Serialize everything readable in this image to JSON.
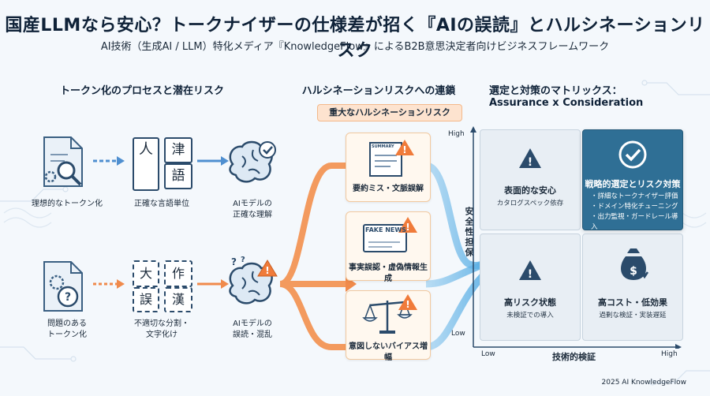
{
  "header": {
    "title": "国産LLMなら安心？トークナイザーの仕様差が招く『AIの誤読』とハルシネーションリスク",
    "subtitle": "AI技術（生成AI / LLM）特化メディア『KnowledgeFlow』によるB2B意思決定者向けビジネスフレームワーク"
  },
  "process": {
    "heading": "トークン化のプロセスと潜在リスク",
    "top_row": {
      "doc_label": "理想的なトークン化",
      "token_chars": [
        "人",
        "津",
        "語"
      ],
      "token_label": "正確な言語単位",
      "brain_label_1": "AIモデルの",
      "brain_label_2": "正確な理解"
    },
    "bottom_row": {
      "doc_label_1": "問題のある",
      "doc_label_2": "トークン化",
      "token_chars": [
        "大",
        "作",
        "誤",
        "漢"
      ],
      "token_label_1": "不適切な分割・",
      "token_label_2": "文字化け",
      "brain_label_1": "AIモデルの",
      "brain_label_2": "誤読・混乱"
    }
  },
  "hallucination": {
    "heading": "ハルシネーションリスクへの連鎖",
    "banner": "重大なハルシネーションリスク",
    "cards": [
      {
        "icon_text": "SUMMARY",
        "label": "要約ミス・文脈誤解"
      },
      {
        "icon_text": "FAKE NEWS",
        "label": "事実誤認・虚偽情報生成"
      },
      {
        "icon_text": "",
        "label": "意図しないバイアス増幅"
      }
    ]
  },
  "matrix": {
    "heading_1": "選定と対策のマトリックス：",
    "heading_2": "Assurance x Consideration",
    "y_axis": "安全性担保",
    "y_high": "High",
    "y_low": "Low",
    "x_axis": "技術的検証",
    "x_low": "Low",
    "x_high": "High",
    "cells": {
      "top_left": {
        "title": "表面的な安心",
        "sub": "カタログスペック依存"
      },
      "top_right": {
        "title": "戦略的選定とリスク対策",
        "items": [
          "・詳細なトークナイザー評価",
          "・ドメイン特化チューニング",
          "・出力監視・ガードレール導入"
        ]
      },
      "bottom_left": {
        "title": "高リスク状態",
        "sub": "未検証での導入"
      },
      "bottom_right": {
        "title": "高コスト・低効果",
        "sub": "過剰な検証・実装遅延"
      }
    }
  },
  "footer": "2025 AI KnowledgeFlow"
}
